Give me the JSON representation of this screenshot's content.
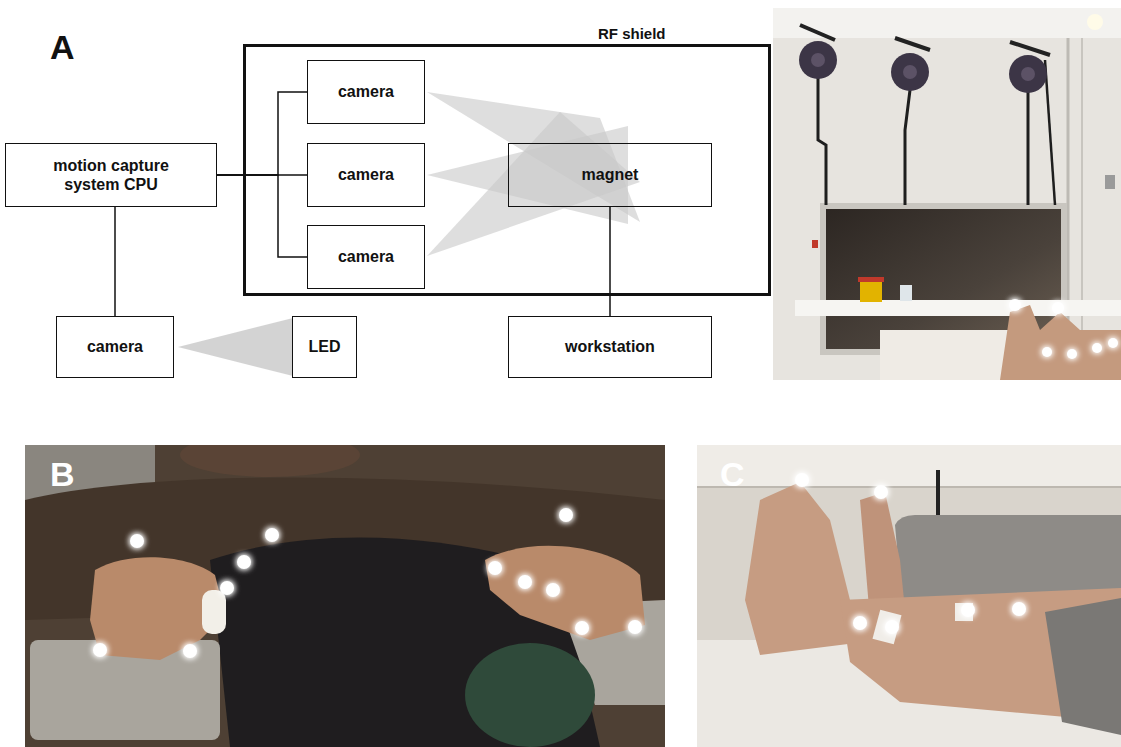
{
  "diagram": {
    "nodes": [
      {
        "text": [
          "RF shield"
        ]
      },
      {
        "text": [
          "camera"
        ],
        "in": 0
      },
      {
        "text": [
          "camera"
        ],
        "in": 0
      },
      {
        "text": [
          "camera"
        ],
        "in": 0
      },
      {
        "text": [
          "magnet"
        ],
        "in": 0
      },
      {
        "text": [
          "motion capture system CPU"
        ]
      },
      {
        "text": [
          "camera"
        ]
      },
      {
        "text": [
          "LED"
        ]
      },
      {
        "text": [
          "workstation"
        ]
      }
    ],
    "edges": [
      {
        "from": 5,
        "to": 1,
        "arrow": "none"
      },
      {
        "from": 5,
        "to": 2,
        "arrow": "none"
      },
      {
        "from": 5,
        "to": 3,
        "arrow": "none"
      },
      {
        "from": 5,
        "to": 6,
        "arrow": "none"
      },
      {
        "from": 4,
        "to": 8,
        "arrow": "none"
      }
    ],
    "labels": [
      "A",
      "B",
      "C"
    ]
  }
}
